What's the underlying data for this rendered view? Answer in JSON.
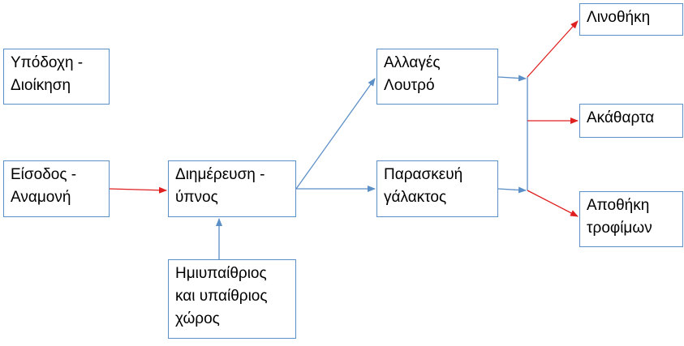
{
  "nodes": {
    "ypodoxi": "Υπόδοχη -\nΔιοίκηση",
    "eisodos": "Είσοδος -\nΑναμονή",
    "dimereusi": "Διημέρευση -\nύπνος",
    "imiypaithrios": "Ημιυπαίθριος\nκαι υπαίθριος\nχώρος",
    "allages": "Αλλαγές\nΛουτρό",
    "paraskevi": "Παρασκευή\nγάλακτος",
    "linothiki": "Λινοθήκη",
    "akatharta": "Ακάθαρτα",
    "apothiki": "Αποθήκη\nτροφίμων"
  },
  "colors": {
    "box_border": "#5b8fc7",
    "arrow_blue": "#5b8fc7",
    "arrow_red": "#e02020"
  }
}
